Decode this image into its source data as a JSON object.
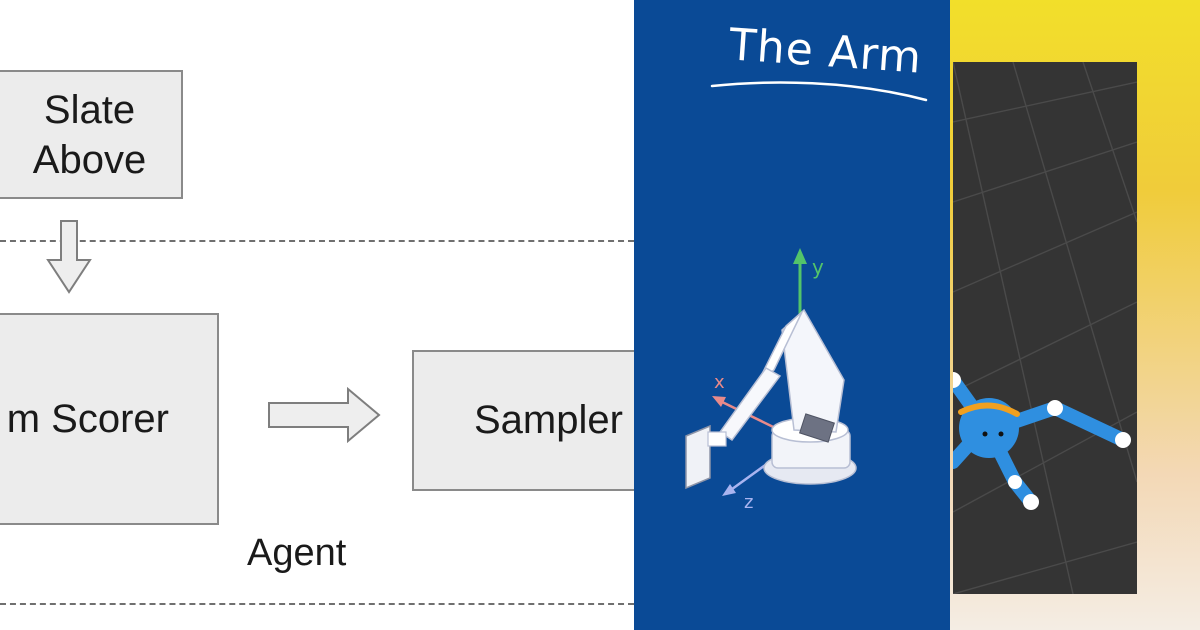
{
  "diagram": {
    "slate_box": {
      "line1": "Slate",
      "line2": "Above"
    },
    "scorer_box_label": "m Scorer",
    "sampler_box_label": "Sampler",
    "agent_label": "Agent"
  },
  "arm_panel": {
    "title": "The Arm",
    "axis_labels": {
      "y": "y",
      "x": "x",
      "z": "z"
    },
    "background_color": "#0a4a96"
  },
  "sim_panel": {
    "viewport_color": "#343434",
    "robot_color": "#2f8fe0",
    "headband_color": "#f0a020"
  }
}
